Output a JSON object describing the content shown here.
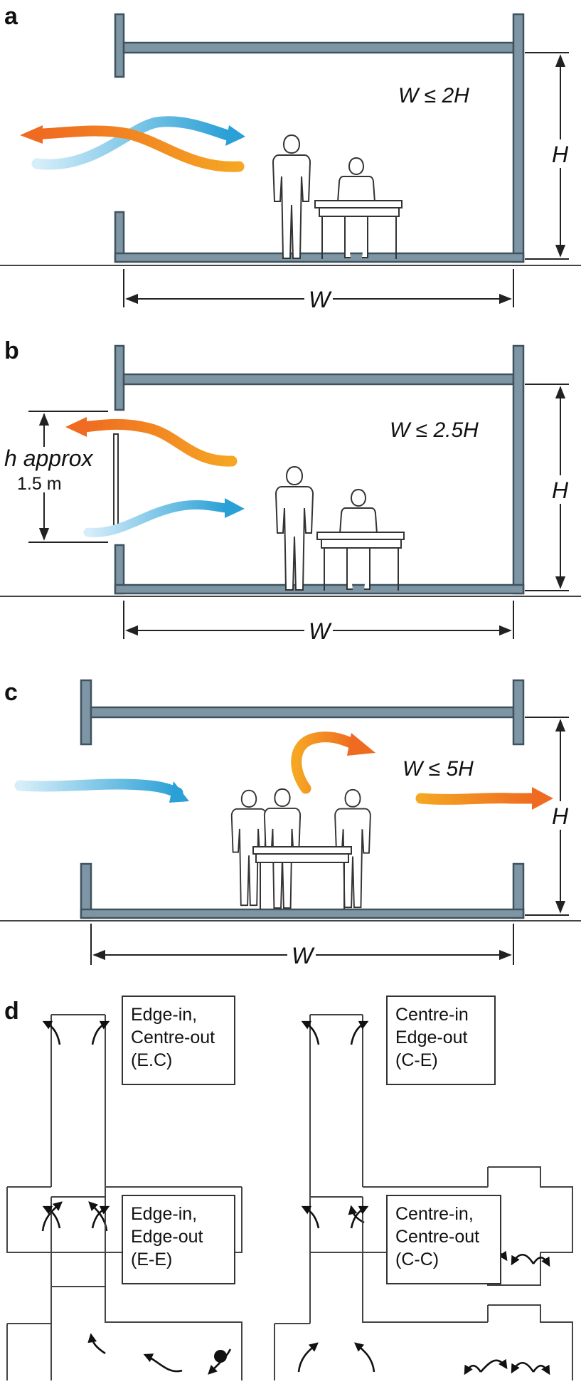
{
  "panels": {
    "a": {
      "letter": "a",
      "formula": "W ≤ 2H",
      "width_label": "W",
      "height_label": "H"
    },
    "b": {
      "letter": "b",
      "formula": "W ≤ 2.5H",
      "width_label": "W",
      "height_label": "H",
      "opening_note_line1": "h approx",
      "opening_note_line2": "1.5 m"
    },
    "c": {
      "letter": "c",
      "formula": "W ≤ 5H",
      "width_label": "W",
      "height_label": "H"
    },
    "d": {
      "letter": "d",
      "configs": [
        {
          "line1": "Edge-in,",
          "line2": "Centre-out",
          "line3": "(E.C)"
        },
        {
          "line1": "Centre-in",
          "line2": "Edge-out",
          "line3": "(C-E)"
        },
        {
          "line1": "Edge-in,",
          "line2": "Edge-out",
          "line3": "(E-E)"
        },
        {
          "line1": "Centre-in,",
          "line2": "Centre-out",
          "line3": "(C-C)"
        }
      ]
    }
  },
  "colors": {
    "wall_fill": "#7e96a4",
    "wall_stroke": "#3f5260",
    "cool_air": "#2aa0d6",
    "warm_air": "#ef6b21",
    "warm_air_light": "#f5a623"
  }
}
